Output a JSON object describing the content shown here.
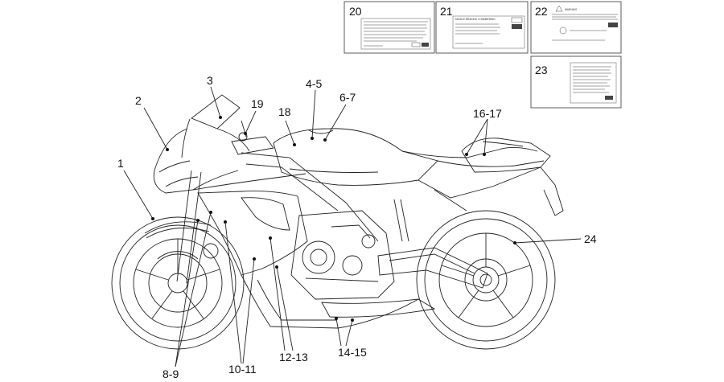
{
  "callouts": {
    "c1": "1",
    "c2": "2",
    "c3": "3",
    "c4_5": "4-5",
    "c6_7": "6-7",
    "c8_9": "8-9",
    "c10_11": "10-11",
    "c12_13": "12-13",
    "c14_15": "14-15",
    "c16_17": "16-17",
    "c18": "18",
    "c19": "19",
    "c24": "24"
  },
  "label_boxes": {
    "b20": "20",
    "b21": "21",
    "b22": "22",
    "b23": "23"
  },
  "decal_text": {
    "b21_heading": "MIDDLE BRAKING CHAMBERING",
    "b22_heading": "WARNING"
  }
}
